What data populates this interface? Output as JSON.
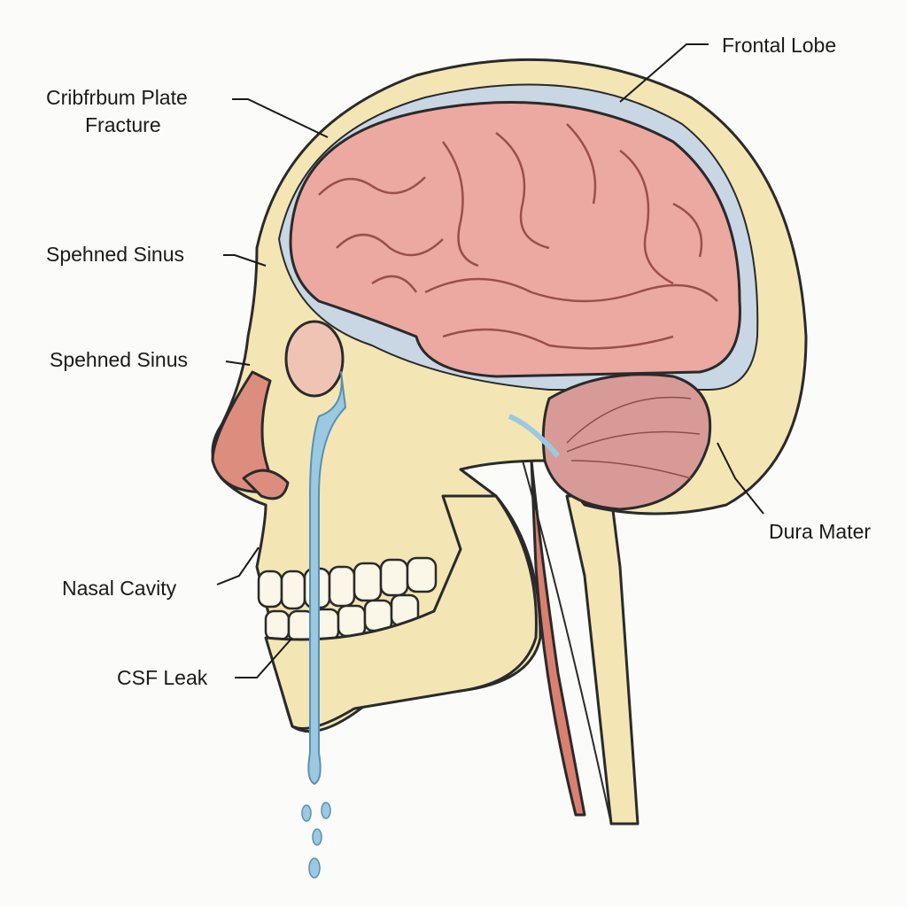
{
  "labels": {
    "frontal_lobe": "Frontal Lobe",
    "cribriform_line1": "Cribfrbum Plate",
    "cribriform_line2": "Fracture",
    "sphenoid_sinus_1": "Spehned Sinus",
    "sphenoid_sinus_2": "Spehned Sinus",
    "nasal_cavity": "Nasal Cavity",
    "csf_leak": "CSF Leak",
    "dura_mater": "Dura Mater"
  },
  "colors": {
    "bone": "#f3e6b4",
    "brain": "#eba9a2",
    "csf": "#9cc9e2",
    "muscle": "#d98070",
    "outline": "#2a2a2a"
  }
}
